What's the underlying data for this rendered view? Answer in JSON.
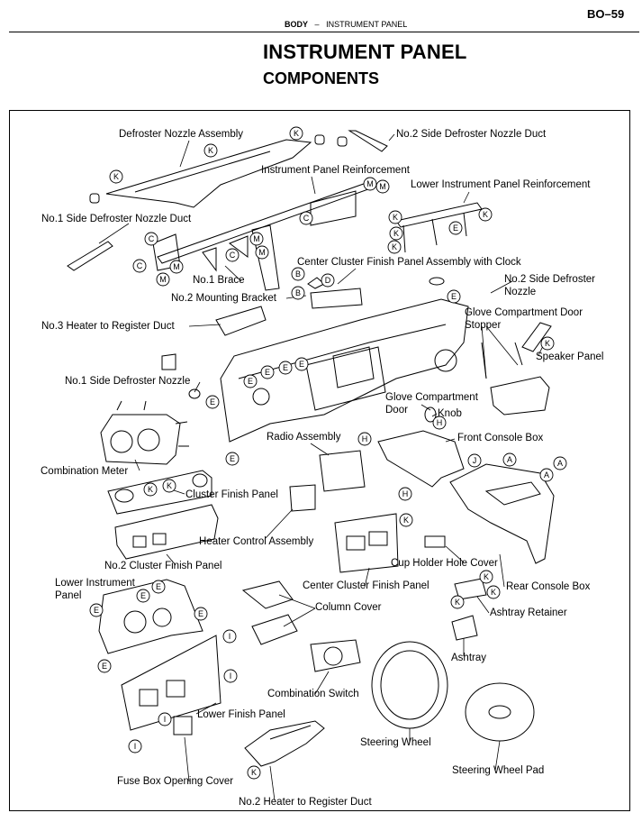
{
  "header": {
    "section": "BODY",
    "dash": "–",
    "subsection": "INSTRUMENT PANEL",
    "page": "BO–59"
  },
  "title": {
    "main": "INSTRUMENT PANEL",
    "sub": "COMPONENTS"
  },
  "labels": {
    "defroster_nozzle_assembly": "Defroster Nozzle Assembly",
    "no2_side_defroster_nozzle_duct": "No.2 Side Defroster Nozzle Duct",
    "instrument_panel_reinforcement": "Instrument Panel Reinforcement",
    "lower_instrument_panel_reinforcement": "Lower Instrument Panel Reinforcement",
    "no1_side_defroster_nozzle_duct": "No.1 Side Defroster Nozzle Duct",
    "center_cluster_finish_panel_assembly_with_clock": "Center Cluster Finish Panel Assembly with Clock",
    "no1_brace": "No.1 Brace",
    "no2_side_defroster_nozzle": "No.2 Side Defroster",
    "no2_side_defroster_nozzle_2": "Nozzle",
    "no2_mounting_bracket": "No.2 Mounting Bracket",
    "glove_compartment_door_stopper": "Glove Compartment Door",
    "glove_compartment_door_stopper_2": "Stopper",
    "no3_heater_to_register_duct": "No.3 Heater to Register Duct",
    "speaker_panel": "Speaker Panel",
    "no1_side_defroster_nozzle": "No.1 Side Defroster Nozzle",
    "glove_compartment_door": "Glove Compartment",
    "glove_compartment_door_2": "Door",
    "knob": "Knob",
    "radio_assembly": "Radio Assembly",
    "front_console_box": "Front Console Box",
    "combination_meter": "Combination Meter",
    "cluster_finish_panel": "Cluster Finish Panel",
    "heater_control_assembly": "Heater Control Assembly",
    "cup_holder_hole_cover": "Cup Holder Hole Cover",
    "no2_cluster_finish_panel": "No.2 Cluster Finish Panel",
    "center_cluster_finish_panel": "Center Cluster Finish Panel",
    "rear_console_box": "Rear Console Box",
    "lower_instrument_panel": "Lower Instrument",
    "lower_instrument_panel_2": "Panel",
    "column_cover": "Column Cover",
    "ashtray_retainer": "Ashtray Retainer",
    "ashtray": "Ashtray",
    "combination_switch": "Combination Switch",
    "lower_finish_panel": "Lower Finish Panel",
    "steering_wheel": "Steering Wheel",
    "steering_wheel_pad": "Steering Wheel Pad",
    "fuse_box_opening_cover": "Fuse Box Opening Cover",
    "no2_heater_to_register_duct": "No.2 Heater to Register Duct"
  },
  "callouts": {
    "A": "A",
    "B": "B",
    "C": "C",
    "D": "D",
    "E": "E",
    "H": "H",
    "I": "I",
    "J": "J",
    "K": "K",
    "M": "M"
  }
}
